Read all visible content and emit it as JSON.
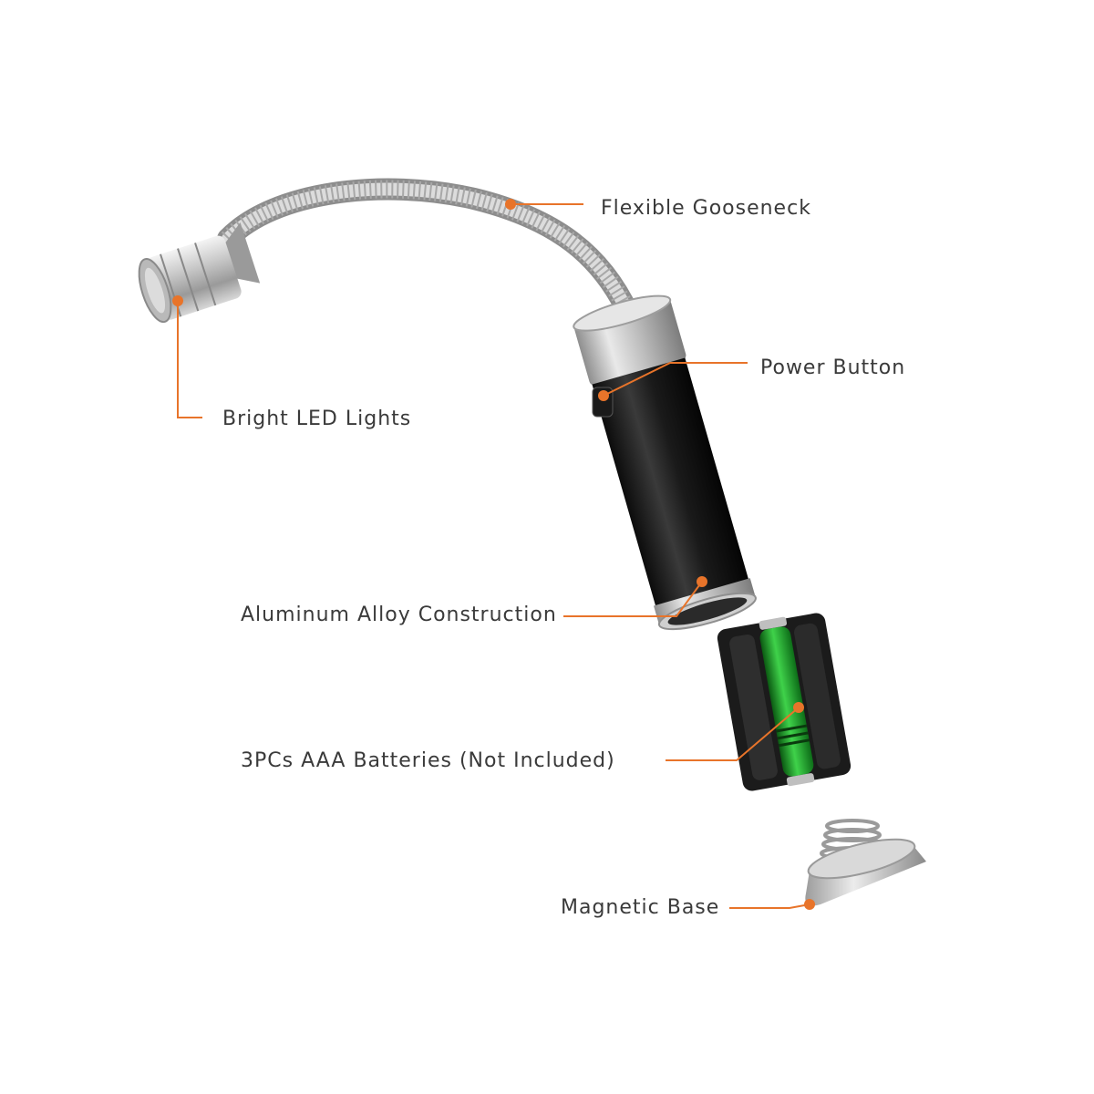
{
  "accent_color": "#e8742a",
  "label_color": "#3a3a3a",
  "callouts": {
    "gooseneck": "Flexible Gooseneck",
    "power_button": "Power Button",
    "led": "Bright LED Lights",
    "aluminum": "Aluminum Alloy Construction",
    "batteries": "3PCs AAA Batteries (Not Included)",
    "base": "Magnetic Base"
  }
}
